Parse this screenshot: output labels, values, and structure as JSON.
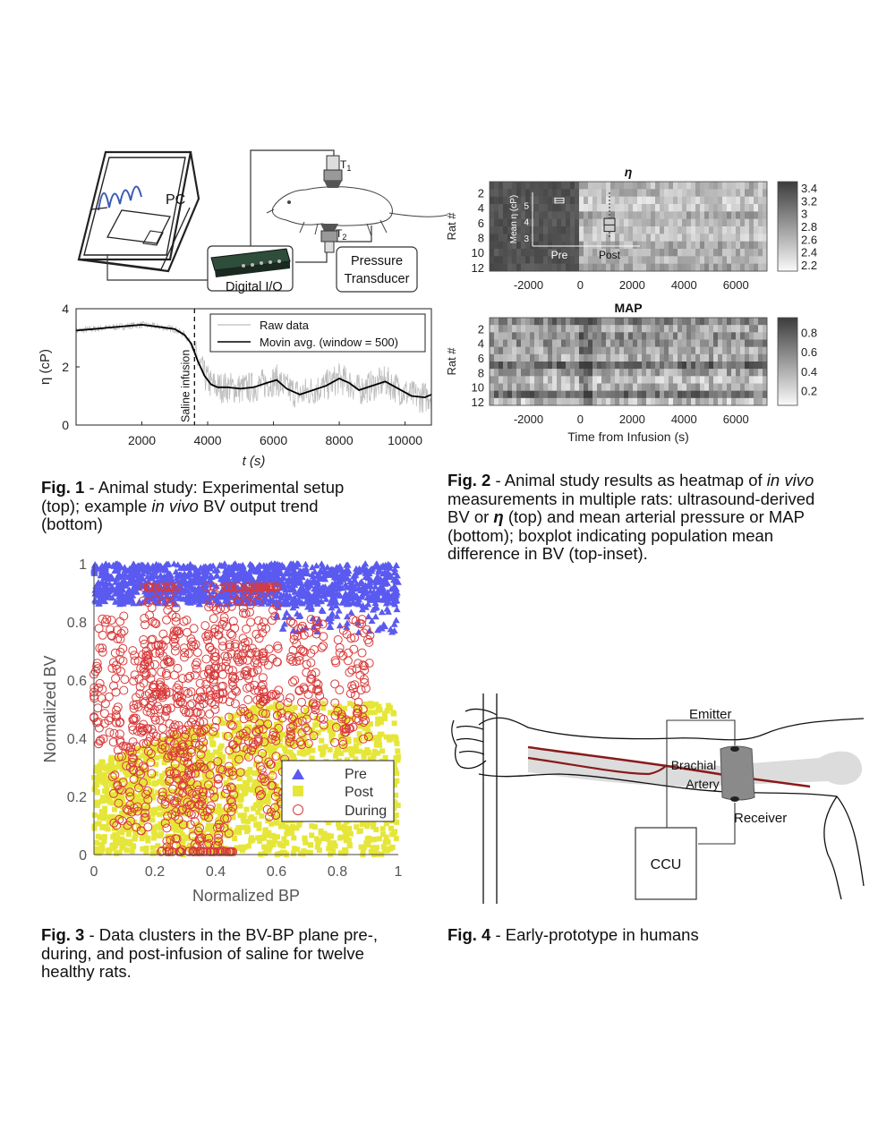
{
  "fig1_setup": {
    "pc_label": "PC",
    "digital_io_label": "Digital I/O",
    "pressure_label_line1": "Pressure",
    "pressure_label_line2": "Transducer",
    "t1_label": "T",
    "t1_sub": "1",
    "t2_label": "T",
    "t2_sub": "2"
  },
  "fig1_chart": {
    "chart_data": {
      "type": "line",
      "xlabel": "t (s)",
      "ylabel": "η (cP)",
      "xlim": [
        0,
        10800
      ],
      "ylim": [
        0,
        4
      ],
      "x_ticks": [
        2000,
        4000,
        6000,
        8000,
        10000
      ],
      "y_ticks": [
        0,
        2,
        4
      ],
      "annotation": "Saline infusion",
      "annotation_x": 3600,
      "series": [
        {
          "name": "Raw data",
          "color": "#bdbdbd"
        },
        {
          "name": "Movin avg. (window = 500)",
          "color": "#000000",
          "x": [
            0,
            500,
            1000,
            1500,
            2000,
            2500,
            3000,
            3300,
            3500,
            3700,
            3900,
            4100,
            4300,
            4600,
            5000,
            5400,
            5800,
            6100,
            6400,
            6800,
            7200,
            7600,
            8000,
            8300,
            8600,
            9000,
            9400,
            9800,
            10200,
            10600,
            10800
          ],
          "y": [
            3.25,
            3.3,
            3.35,
            3.4,
            3.45,
            3.38,
            3.3,
            3.1,
            2.8,
            2.2,
            1.7,
            1.4,
            1.3,
            1.3,
            1.25,
            1.3,
            1.45,
            1.55,
            1.25,
            1.05,
            1.2,
            1.35,
            1.6,
            1.45,
            1.2,
            1.35,
            1.5,
            1.25,
            1.0,
            0.95,
            1.05
          ]
        }
      ]
    }
  },
  "fig1_caption": {
    "bold": "Fig. 1",
    "text1": " - Animal study: Experimental setup (top); example ",
    "italic": "in vivo",
    "text2": " BV output trend (bottom)"
  },
  "fig2_top": {
    "chart_data": {
      "type": "heatmap",
      "title": "η",
      "ylabel": "Rat #",
      "y_ticks": [
        2,
        4,
        6,
        8,
        10,
        12
      ],
      "x_ticks": [
        -2000,
        0,
        2000,
        4000,
        6000
      ],
      "xlim": [
        -3500,
        7200
      ],
      "colorbar_ticks": [
        2.2,
        2.4,
        2.6,
        2.8,
        3,
        3.2,
        3.4
      ],
      "colorbar_range": [
        2.1,
        3.5
      ],
      "inset": {
        "type": "box",
        "ylabel": "Mean η (cP)",
        "y_ticks": [
          3,
          4,
          5
        ],
        "categories": [
          "Pre",
          "Post"
        ],
        "medians": [
          5.3,
          3.8
        ]
      }
    }
  },
  "fig2_bottom": {
    "chart_data": {
      "type": "heatmap",
      "title": "MAP",
      "ylabel": "Rat #",
      "xlabel": "Time from Infusion (s)",
      "y_ticks": [
        2,
        4,
        6,
        8,
        10,
        12
      ],
      "x_ticks": [
        -2000,
        0,
        2000,
        4000,
        6000
      ],
      "xlim": [
        -3500,
        7200
      ],
      "colorbar_ticks": [
        0.2,
        0.4,
        0.6,
        0.8
      ],
      "colorbar_range": [
        0.05,
        0.95
      ]
    }
  },
  "fig2_caption": {
    "bold": "Fig. 2",
    "text1": " - Animal study results as heatmap of ",
    "italic": "in vivo",
    "text2": " measurements in multiple rats: ultrasound-derived BV or ",
    "eta": "η",
    "text3": " (top) and mean arterial pressure or MAP (bottom); boxplot indicating population mean difference in BV (top-inset)."
  },
  "fig3": {
    "chart_data": {
      "type": "scatter",
      "xlabel": "Normalized BP",
      "ylabel": "Normalized BV",
      "xlim": [
        0,
        1
      ],
      "ylim": [
        0,
        1
      ],
      "x_ticks": [
        0,
        0.2,
        0.4,
        0.6,
        0.8,
        1
      ],
      "y_ticks": [
        0,
        0.2,
        0.4,
        0.6,
        0.8,
        1
      ],
      "x_tick_labels": [
        "0",
        "0.2",
        "0.4",
        "0.6",
        "0.8",
        "1"
      ],
      "y_tick_labels": [
        "0",
        "0.2",
        "0.4",
        "0.6",
        "0.8",
        "1"
      ],
      "legend_position": "lower-right",
      "series": [
        {
          "name": "Pre",
          "marker": "triangle",
          "color": "#5a5af0",
          "region": {
            "x": [
              0,
              1
            ],
            "y": [
              0.75,
              1
            ]
          }
        },
        {
          "name": "Post",
          "marker": "square",
          "color": "#e6e63a",
          "region": {
            "x": [
              0,
              1
            ],
            "y": [
              0,
              0.52
            ]
          }
        },
        {
          "name": "During",
          "marker": "circle",
          "color": "#d93a3a",
          "region": {
            "x": [
              0,
              0.95
            ],
            "y": [
              0,
              0.92
            ]
          }
        }
      ]
    }
  },
  "fig3_caption": {
    "bold": "Fig. 3",
    "text1": " - Data clusters in the BV-BP plane pre-, during, and post-infusion of saline for twelve healthy rats."
  },
  "fig4": {
    "emitter_label": "Emitter",
    "brachial_line1": "Brachial",
    "brachial_line2": "Artery",
    "receiver_label": "Receiver",
    "ccu_label": "CCU"
  },
  "fig4_caption": {
    "bold": "Fig. 4",
    "text1": " - Early-prototype in humans"
  },
  "colors": {
    "artery": "#8b1a1a",
    "cuff": "#8a8a8a",
    "bone": "#dddddd"
  }
}
